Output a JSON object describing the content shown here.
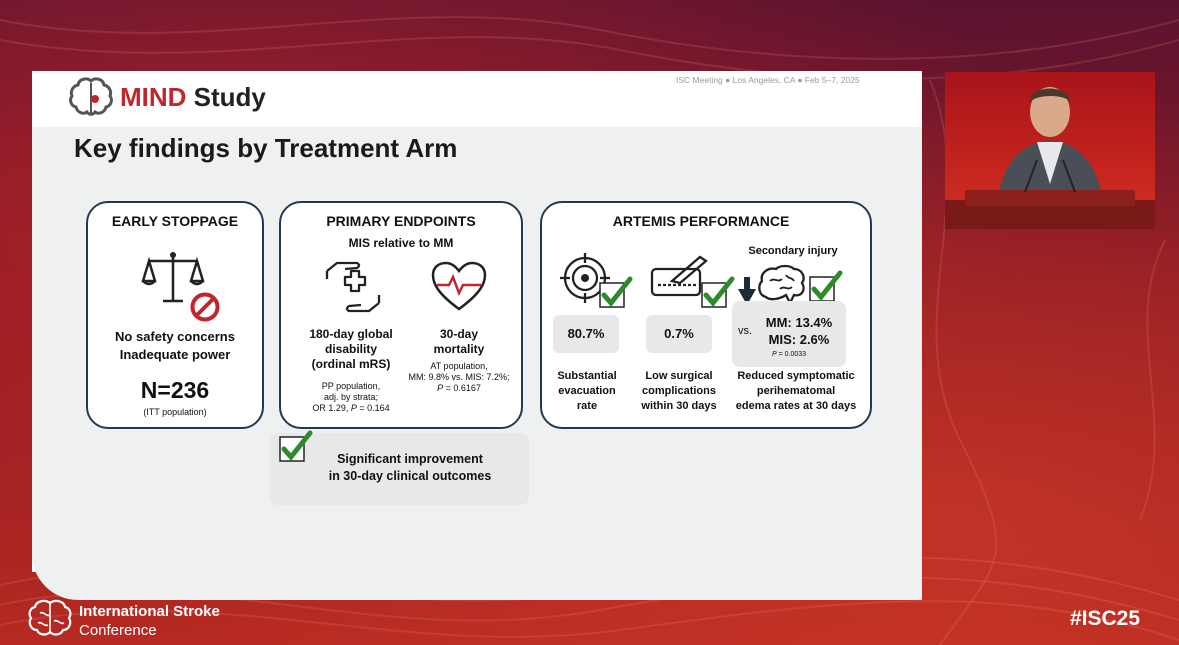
{
  "slide": {
    "brand_mind": "MIND",
    "brand_study": "Study",
    "meeting": "ISC Meeting ● Los Angeles, CA ● Feb 5–7, 2025",
    "heading": "Key findings by Treatment Arm"
  },
  "early_stoppage": {
    "title": "EARLY STOPPAGE",
    "line1": "No safety concerns",
    "line2": "Inadequate power",
    "n": "N=236",
    "population": "(ITT population)"
  },
  "primary_endpoints": {
    "title": "PRIMARY ENDPOINTS",
    "subtitle": "MIS relative to MM",
    "disability": {
      "line1": "180-day global",
      "line2": "disability",
      "line3": "(ordinal mRS)",
      "detail1": "PP population,",
      "detail2": "adj. by strata;",
      "detail3": "OR 1.29, ",
      "detail3_p": "P",
      "detail3_rest": " = 0.164"
    },
    "mortality": {
      "line1": "30-day",
      "line2": "mortality",
      "detail1": "AT population,",
      "detail2": "MM: 9.8% vs. MIS: 7.2%;",
      "detail3_p": "P",
      "detail3_rest": " = 0.6167"
    }
  },
  "artemis": {
    "title": "ARTEMIS PERFORMANCE",
    "evacuation": {
      "value": "80.7%",
      "line1": "Substantial",
      "line2": "evacuation",
      "line3": "rate"
    },
    "surgical": {
      "value": "0.7%",
      "line1": "Low surgical",
      "line2": "complications",
      "line3": "within 30 days"
    },
    "secondary": {
      "label": "Secondary injury",
      "vs": "vs.",
      "mm": "MM: 13.4%",
      "mis": "MIS: 2.6%",
      "p_label": "P",
      "p_rest": " = 0.0033",
      "line1": "Reduced symptomatic",
      "line2": "perihematomal",
      "line3": "edema rates at 30 days"
    }
  },
  "significant": {
    "line1": "Significant improvement",
    "line2": "in 30-day clinical outcomes"
  },
  "footer": {
    "org_line1": "International Stroke",
    "org_line2": "Conference",
    "hashtag": "#ISC25"
  },
  "icons": [
    "brain-logo-icon",
    "scale-icon",
    "no-sign-icon",
    "hand-cross-icon",
    "heart-rate-icon",
    "target-icon",
    "scalpel-icon",
    "down-arrow-icon",
    "brain-icon",
    "checkmark-icon"
  ],
  "colors": {
    "accent_red": "#c0262d",
    "box_border": "#213a52",
    "check_green": "#2f8a2c"
  }
}
